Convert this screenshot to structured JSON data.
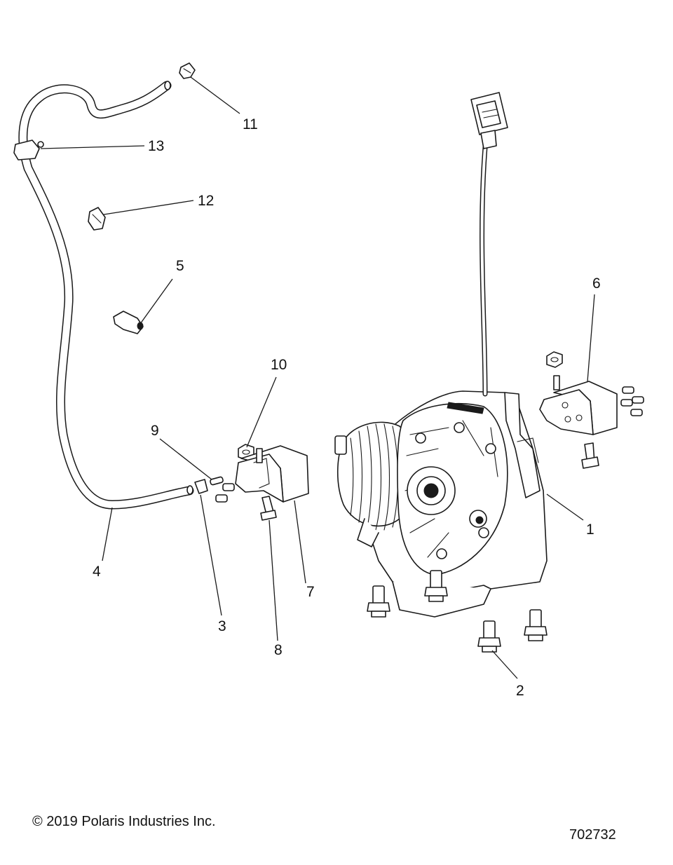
{
  "diagram": {
    "callouts": [
      {
        "id": "1",
        "label": "1"
      },
      {
        "id": "2",
        "label": "2"
      },
      {
        "id": "3",
        "label": "3"
      },
      {
        "id": "4",
        "label": "4"
      },
      {
        "id": "5",
        "label": "5"
      },
      {
        "id": "6",
        "label": "6"
      },
      {
        "id": "7",
        "label": "7"
      },
      {
        "id": "8",
        "label": "8"
      },
      {
        "id": "9",
        "label": "9"
      },
      {
        "id": "10",
        "label": "10"
      },
      {
        "id": "11",
        "label": "11"
      },
      {
        "id": "12",
        "label": "12"
      },
      {
        "id": "13",
        "label": "13"
      }
    ]
  },
  "footer": {
    "copyright": "© 2019 Polaris Industries Inc.",
    "drawing_number": "702732"
  },
  "colors": {
    "ink": "#1a1a1a",
    "background": "#ffffff"
  }
}
